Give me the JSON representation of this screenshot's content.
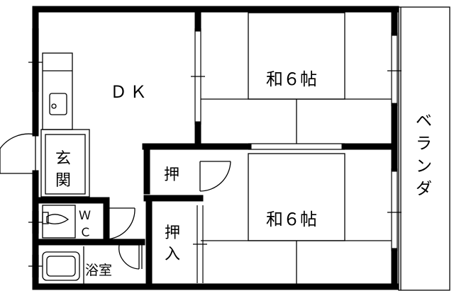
{
  "rooms": {
    "dk": "ＤＫ",
    "washitsu_top": "和６帖",
    "washitsu_bottom": "和６帖",
    "genkan_1": "玄",
    "genkan_2": "関",
    "oshi": "押",
    "oshiire_1": "押",
    "oshiire_2": "入",
    "wc_1": "Ｗ",
    "wc_2": "Ｃ",
    "yokushitsu": "浴室",
    "veranda": [
      "ベ",
      "ラ",
      "ン",
      "ダ"
    ]
  },
  "colors": {
    "wall": "#000000",
    "background": "#ffffff"
  }
}
